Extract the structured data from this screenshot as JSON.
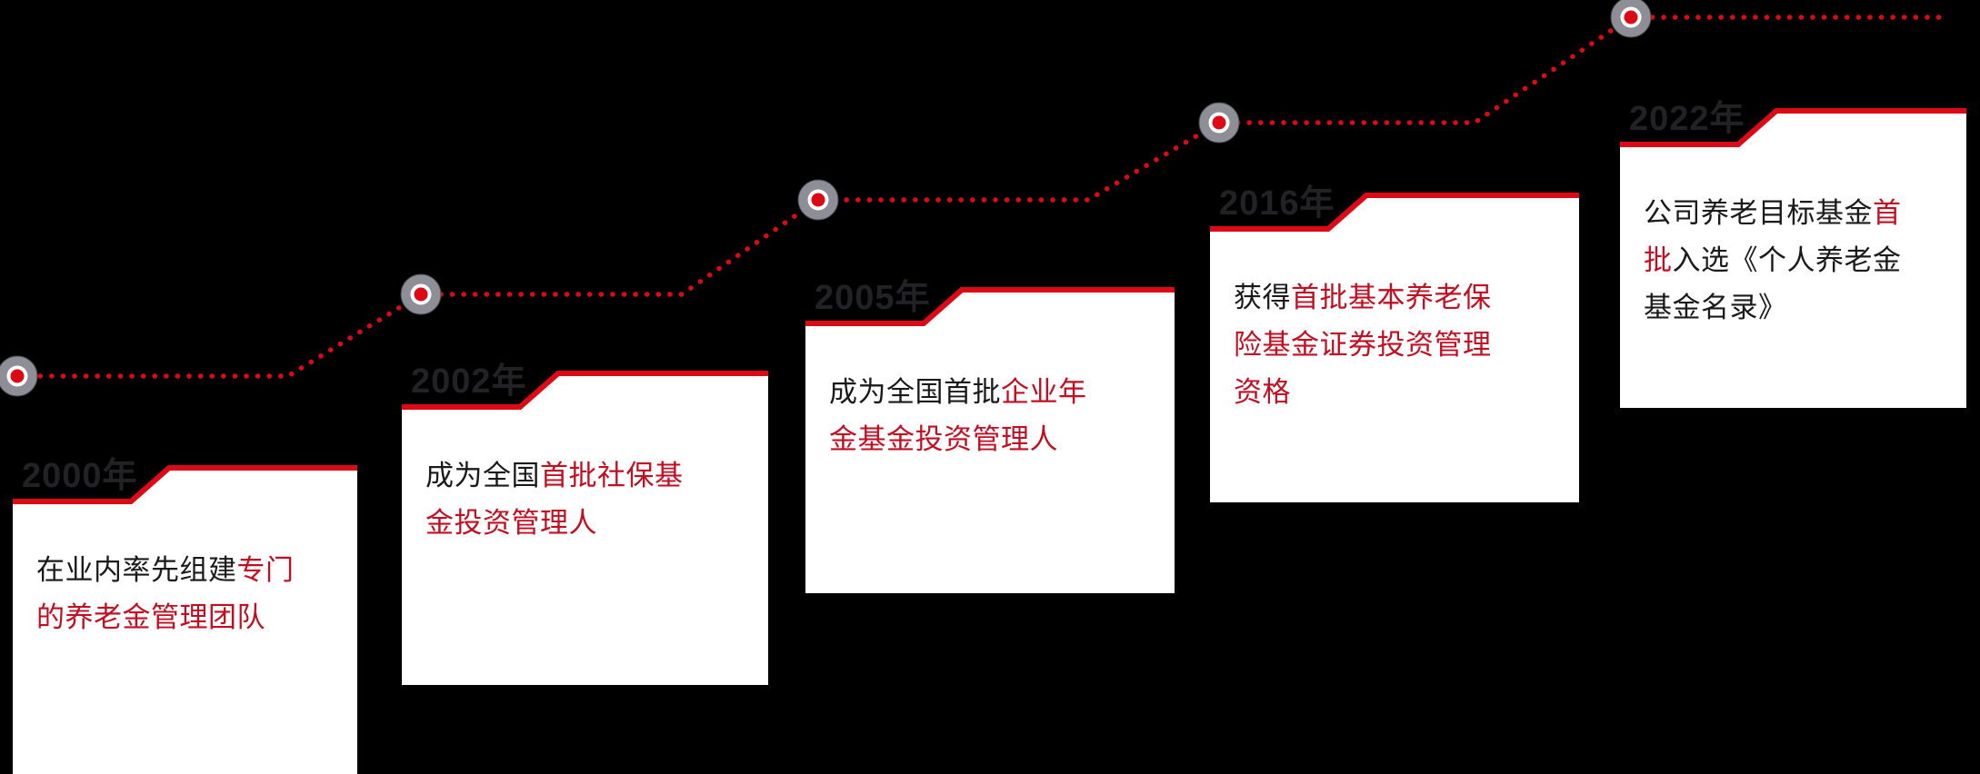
{
  "colors": {
    "background": "#000000",
    "accent_red": "#dd0a16",
    "text_red": "#c30e22",
    "year_text": "#222226",
    "card_bg": "#ffffff",
    "text_dark": "#1a1a1a",
    "node_gray": "#8e8e96",
    "node_inner": "#ffffff"
  },
  "timeline": {
    "milestones": [
      {
        "year": "2000年",
        "segments": [
          {
            "text": "在业内率先组建",
            "color": "dark"
          },
          {
            "text": "专门的养老金管理团队",
            "color": "red"
          }
        ]
      },
      {
        "year": "2002年",
        "segments": [
          {
            "text": "成为全国",
            "color": "dark"
          },
          {
            "text": "首批社保基金投资管理人",
            "color": "red"
          }
        ]
      },
      {
        "year": "2005年",
        "segments": [
          {
            "text": "成为全国首批",
            "color": "dark"
          },
          {
            "text": "企业年金基金投资管理人",
            "color": "red"
          }
        ]
      },
      {
        "year": "2016年",
        "segments": [
          {
            "text": "获得",
            "color": "dark"
          },
          {
            "text": "首批基本养老保险基金证券投资管理资格",
            "color": "red"
          }
        ]
      },
      {
        "year": "2022年",
        "segments": [
          {
            "text": "公司养老目标基金",
            "color": "dark"
          },
          {
            "text": "首批",
            "color": "red"
          },
          {
            "text": "入选《个人养老金基金名录》",
            "color": "dark"
          }
        ]
      }
    ]
  }
}
